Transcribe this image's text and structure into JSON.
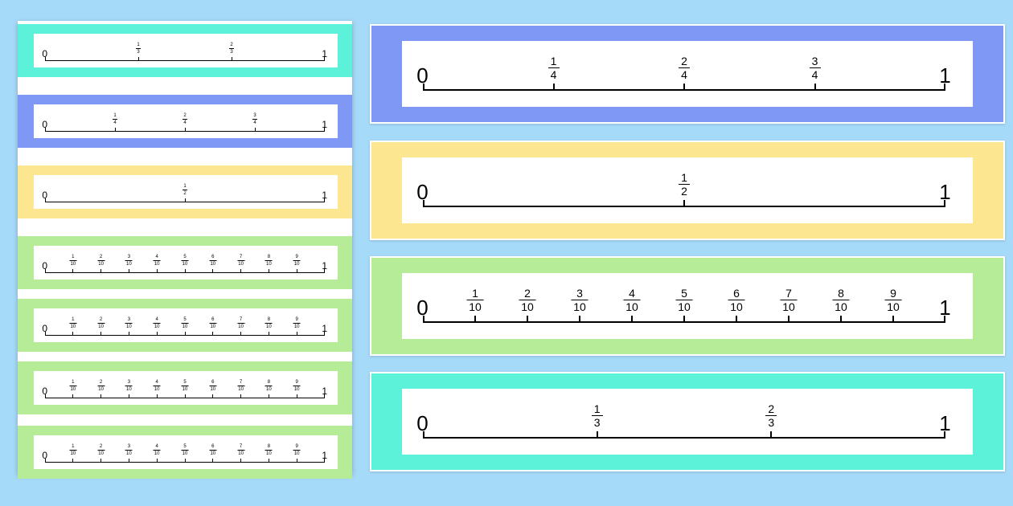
{
  "colors": {
    "background": "#a6daf9",
    "teal": "#5cf2da",
    "blue": "#8098f5",
    "yellow": "#fde690",
    "green": "#b6ec98"
  },
  "stack": [
    {
      "color": "#5cf2da",
      "start": "0",
      "end": "1",
      "fractions": [
        [
          "1",
          "3"
        ],
        [
          "2",
          "3"
        ]
      ]
    },
    {
      "color": "#8098f5",
      "start": "0",
      "end": "1",
      "fractions": [
        [
          "1",
          "4"
        ],
        [
          "2",
          "4"
        ],
        [
          "3",
          "4"
        ]
      ]
    },
    {
      "color": "#fde690",
      "start": "0",
      "end": "1",
      "fractions": [
        [
          "1",
          "2"
        ]
      ]
    },
    {
      "color": "#b6ec98",
      "start": "0",
      "end": "1",
      "fractions": [
        [
          "1",
          "10"
        ],
        [
          "2",
          "10"
        ],
        [
          "3",
          "10"
        ],
        [
          "4",
          "10"
        ],
        [
          "5",
          "10"
        ],
        [
          "6",
          "10"
        ],
        [
          "7",
          "10"
        ],
        [
          "8",
          "10"
        ],
        [
          "9",
          "10"
        ]
      ]
    },
    {
      "color": "#b6ec98",
      "start": "0",
      "end": "1",
      "fractions": [
        [
          "1",
          "10"
        ],
        [
          "2",
          "10"
        ],
        [
          "3",
          "10"
        ],
        [
          "4",
          "10"
        ],
        [
          "5",
          "10"
        ],
        [
          "6",
          "10"
        ],
        [
          "7",
          "10"
        ],
        [
          "8",
          "10"
        ],
        [
          "9",
          "10"
        ]
      ]
    },
    {
      "color": "#b6ec98",
      "start": "0",
      "end": "1",
      "fractions": [
        [
          "1",
          "10"
        ],
        [
          "2",
          "10"
        ],
        [
          "3",
          "10"
        ],
        [
          "4",
          "10"
        ],
        [
          "5",
          "10"
        ],
        [
          "6",
          "10"
        ],
        [
          "7",
          "10"
        ],
        [
          "8",
          "10"
        ],
        [
          "9",
          "10"
        ]
      ]
    },
    {
      "color": "#b6ec98",
      "start": "0",
      "end": "1",
      "fractions": [
        [
          "1",
          "10"
        ],
        [
          "2",
          "10"
        ],
        [
          "3",
          "10"
        ],
        [
          "4",
          "10"
        ],
        [
          "5",
          "10"
        ],
        [
          "6",
          "10"
        ],
        [
          "7",
          "10"
        ],
        [
          "8",
          "10"
        ],
        [
          "9",
          "10"
        ]
      ]
    }
  ],
  "featured": [
    {
      "color": "#8098f5",
      "start": "0",
      "end": "1",
      "fractions": [
        [
          "1",
          "4"
        ],
        [
          "2",
          "4"
        ],
        [
          "3",
          "4"
        ]
      ]
    },
    {
      "color": "#fde690",
      "start": "0",
      "end": "1",
      "fractions": [
        [
          "1",
          "2"
        ]
      ]
    },
    {
      "color": "#b6ec98",
      "start": "0",
      "end": "1",
      "fractions": [
        [
          "1",
          "10"
        ],
        [
          "2",
          "10"
        ],
        [
          "3",
          "10"
        ],
        [
          "4",
          "10"
        ],
        [
          "5",
          "10"
        ],
        [
          "6",
          "10"
        ],
        [
          "7",
          "10"
        ],
        [
          "8",
          "10"
        ],
        [
          "9",
          "10"
        ]
      ]
    },
    {
      "color": "#5cf2da",
      "start": "0",
      "end": "1",
      "fractions": [
        [
          "1",
          "3"
        ],
        [
          "2",
          "3"
        ]
      ]
    }
  ]
}
